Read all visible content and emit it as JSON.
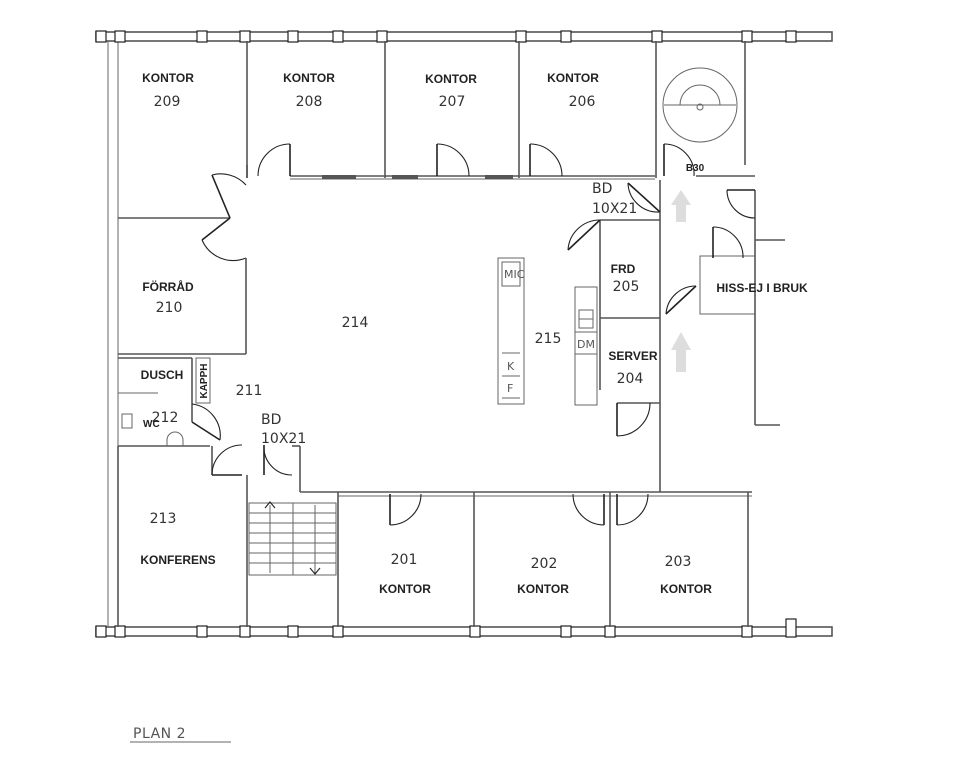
{
  "rooms": {
    "r209": {
      "name": "KONTOR",
      "number": "209"
    },
    "r208": {
      "name": "KONTOR",
      "number": "208"
    },
    "r207": {
      "name": "KONTOR",
      "number": "207"
    },
    "r206": {
      "name": "KONTOR",
      "number": "206"
    },
    "r210": {
      "name": "FÖRRÅD",
      "number": "210"
    },
    "r214": {
      "number": "214"
    },
    "r215": {
      "number": "215"
    },
    "r205": {
      "name": "FRD",
      "number": "205"
    },
    "r204": {
      "name": "SERVER",
      "number": "204"
    },
    "elevator": {
      "name": "HISS-EJ I BRUK"
    },
    "dusch": {
      "name": "DUSCH"
    },
    "r211": {
      "number": "211"
    },
    "r212": {
      "number": "212",
      "wc": "WC"
    },
    "kapph": {
      "name": "KAPPH"
    },
    "r213": {
      "name": "KONFERENS",
      "number": "213"
    },
    "r201": {
      "name": "KONTOR",
      "number": "201"
    },
    "r202": {
      "name": "KONTOR",
      "number": "202"
    },
    "r203": {
      "name": "KONTOR",
      "number": "203"
    },
    "b30": {
      "name": "B30"
    }
  },
  "door_tags": {
    "top": {
      "line1": "BD",
      "line2": "10X21"
    },
    "bottom": {
      "line1": "BD",
      "line2": "10X21"
    }
  },
  "kitchen": {
    "mic": "MIC",
    "k": "K",
    "f": "F",
    "dm": "DM"
  },
  "plan_title": "PLAN 2"
}
